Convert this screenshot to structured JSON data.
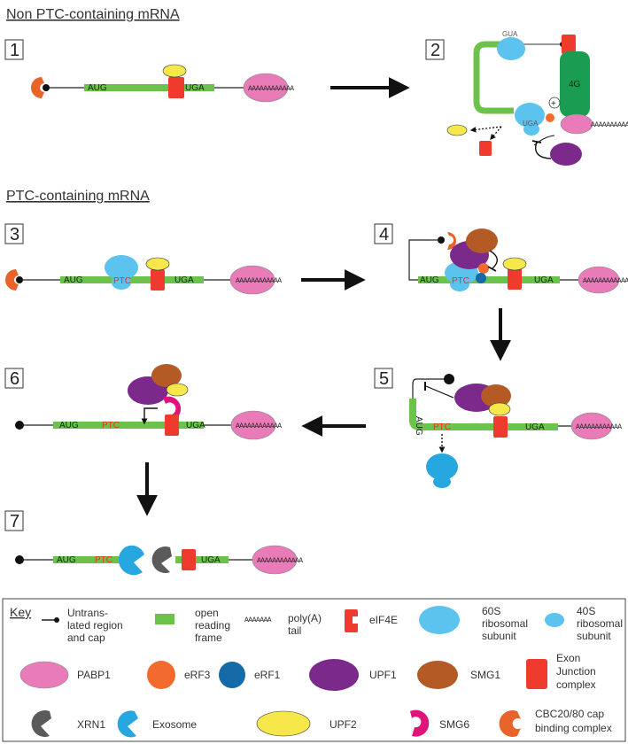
{
  "sections": {
    "non_ptc_title": "Non PTC-containing mRNA",
    "ptc_title": "PTC-containing mRNA"
  },
  "steps": [
    "1",
    "2",
    "3",
    "4",
    "5",
    "6",
    "7"
  ],
  "labels": {
    "aug": "AUG",
    "uga": "UGA",
    "ptc": "PTC",
    "gua": "GUA",
    "polyA_tail": "AAAAAAAAAAAA",
    "eif4g": "4G",
    "plus": "+"
  },
  "key": {
    "title": "Key",
    "items": [
      {
        "icon": "untranslated-region-cap-icon",
        "label": [
          "Untrans-",
          "lated region",
          "and cap"
        ]
      },
      {
        "icon": "open-reading-frame-icon",
        "label": [
          "open",
          "reading",
          "frame"
        ]
      },
      {
        "icon": "polya-tail-icon",
        "sample": "AAAAAAA",
        "label": [
          "poly(A)",
          "tail"
        ]
      },
      {
        "icon": "eif4e-icon",
        "label": [
          "eIF4E"
        ]
      },
      {
        "icon": "60s-ribosomal-subunit-icon",
        "label": [
          "60S",
          "ribosomal",
          "subunit"
        ]
      },
      {
        "icon": "40s-ribosomal-subunit-icon",
        "label": [
          "40S",
          "ribosomal",
          "subunit"
        ]
      },
      {
        "icon": "pabp1-icon",
        "label": [
          "PABP1"
        ]
      },
      {
        "icon": "erf3-icon",
        "label": [
          "eRF3"
        ]
      },
      {
        "icon": "erf1-icon",
        "label": [
          "eRF1"
        ]
      },
      {
        "icon": "upf1-icon",
        "label": [
          "UPF1"
        ]
      },
      {
        "icon": "smg1-icon",
        "label": [
          "SMG1"
        ]
      },
      {
        "icon": "exon-junction-complex-icon",
        "label": [
          "Exon",
          "Junction",
          "complex"
        ]
      },
      {
        "icon": "xrn1-icon",
        "label": [
          "XRN1"
        ]
      },
      {
        "icon": "exosome-icon",
        "label": [
          "Exosome"
        ]
      },
      {
        "icon": "upf2-icon",
        "label": [
          "UPF2"
        ]
      },
      {
        "icon": "smg6-icon",
        "label": [
          "SMG6"
        ]
      },
      {
        "icon": "cbc-cap-binding-icon",
        "label": [
          "CBC20/80 cap",
          "binding complex"
        ]
      }
    ]
  },
  "colors": {
    "orf_green": "#6cc24a",
    "pabp_pink": "#e87bb8",
    "ejc_red": "#ee3b2e",
    "upf2_yellow": "#f6e84a",
    "ribosome_blue": "#5bc3ee",
    "upf1_purple": "#7b2a8c",
    "smg1_brown": "#b35a25",
    "erf3_orange": "#f26a2e",
    "erf1_blue": "#156aa8",
    "eif4g_green": "#1a9c52",
    "xrn1_gray": "#5a5a5a",
    "exosome_blue": "#27a7e0",
    "smg6_magenta": "#e0137a",
    "cbc_orange": "#e8622a"
  }
}
